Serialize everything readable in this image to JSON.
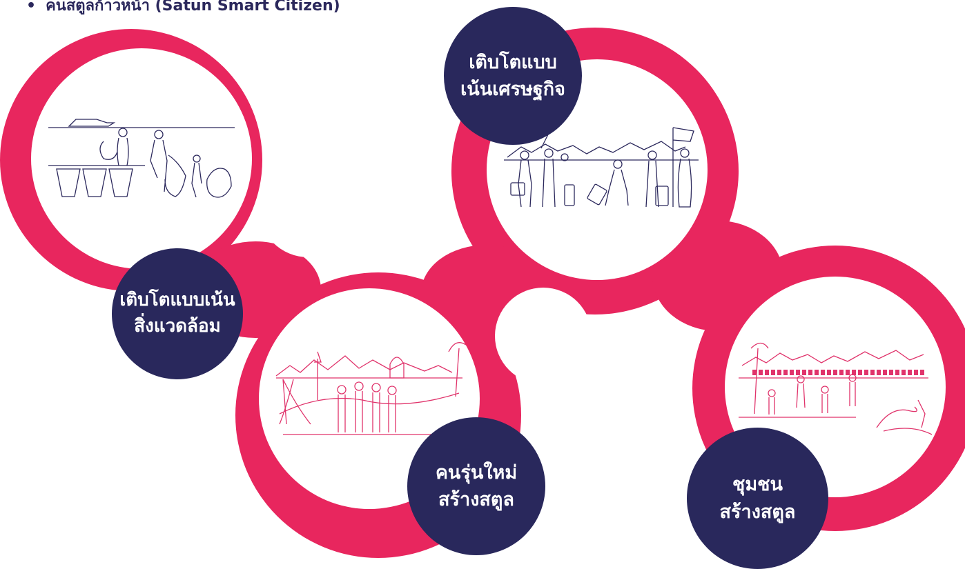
{
  "heading": {
    "bullet": "•",
    "text": "คนสตูลก้าวหน้า (Satun Smart Citizen)"
  },
  "colors": {
    "ring": "#e8265e",
    "badge": "#29285c",
    "navy_line": "#2b285c",
    "pink_line": "#e0336b"
  },
  "circles": [
    {
      "id": "environment",
      "illustration": "people-collecting-trash-beach",
      "badge_lines": [
        "เติบโตแบบเน้น",
        "สิ่งแวดล้อม"
      ]
    },
    {
      "id": "economy",
      "illustration": "travellers-with-luggage",
      "badge_lines": [
        "เติบโตแบบ",
        "เน้นเศรษฐกิจ"
      ]
    },
    {
      "id": "youth",
      "illustration": "youth-group-landmarks",
      "badge_lines": [
        "คนรุ่นใหม่",
        "สร้างสตูล"
      ]
    },
    {
      "id": "community",
      "illustration": "community-beach-activities",
      "badge_lines": [
        "ชุมชน",
        "สร้างสตูล"
      ]
    }
  ]
}
